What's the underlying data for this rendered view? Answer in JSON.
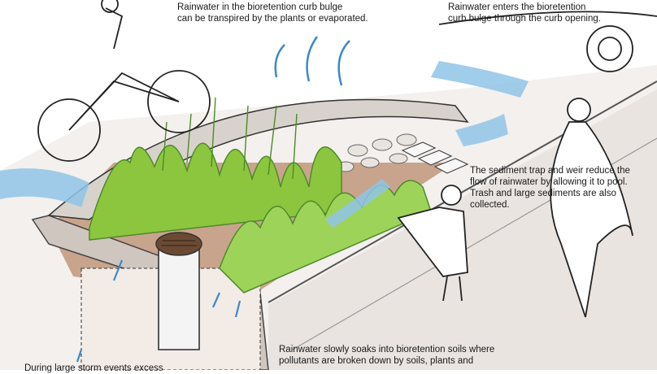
{
  "captions": {
    "transpire": "Rainwater in the bioretention curb bulge\ncan be transpired by the plants or evaporated.",
    "enter": "Rainwater enters the bioretention\ncurb bulge through the curb opening.",
    "trap": "The sediment trap and weir reduce the\nflow of rainwater by allowing it to pool.\nTrash and large sediments are also collected.",
    "soak": "Rainwater slowly soaks into bioretention soils where\npollutants are broken down by soils, plants and",
    "storm": "During large storm events excess"
  },
  "colors": {
    "water": "#8fc4e6",
    "plants": "#8cc63f",
    "plants_dark": "#4e8a2a",
    "soil": "#8a6b55",
    "concrete": "#d9d2cc",
    "grate": "#6b4a33"
  }
}
